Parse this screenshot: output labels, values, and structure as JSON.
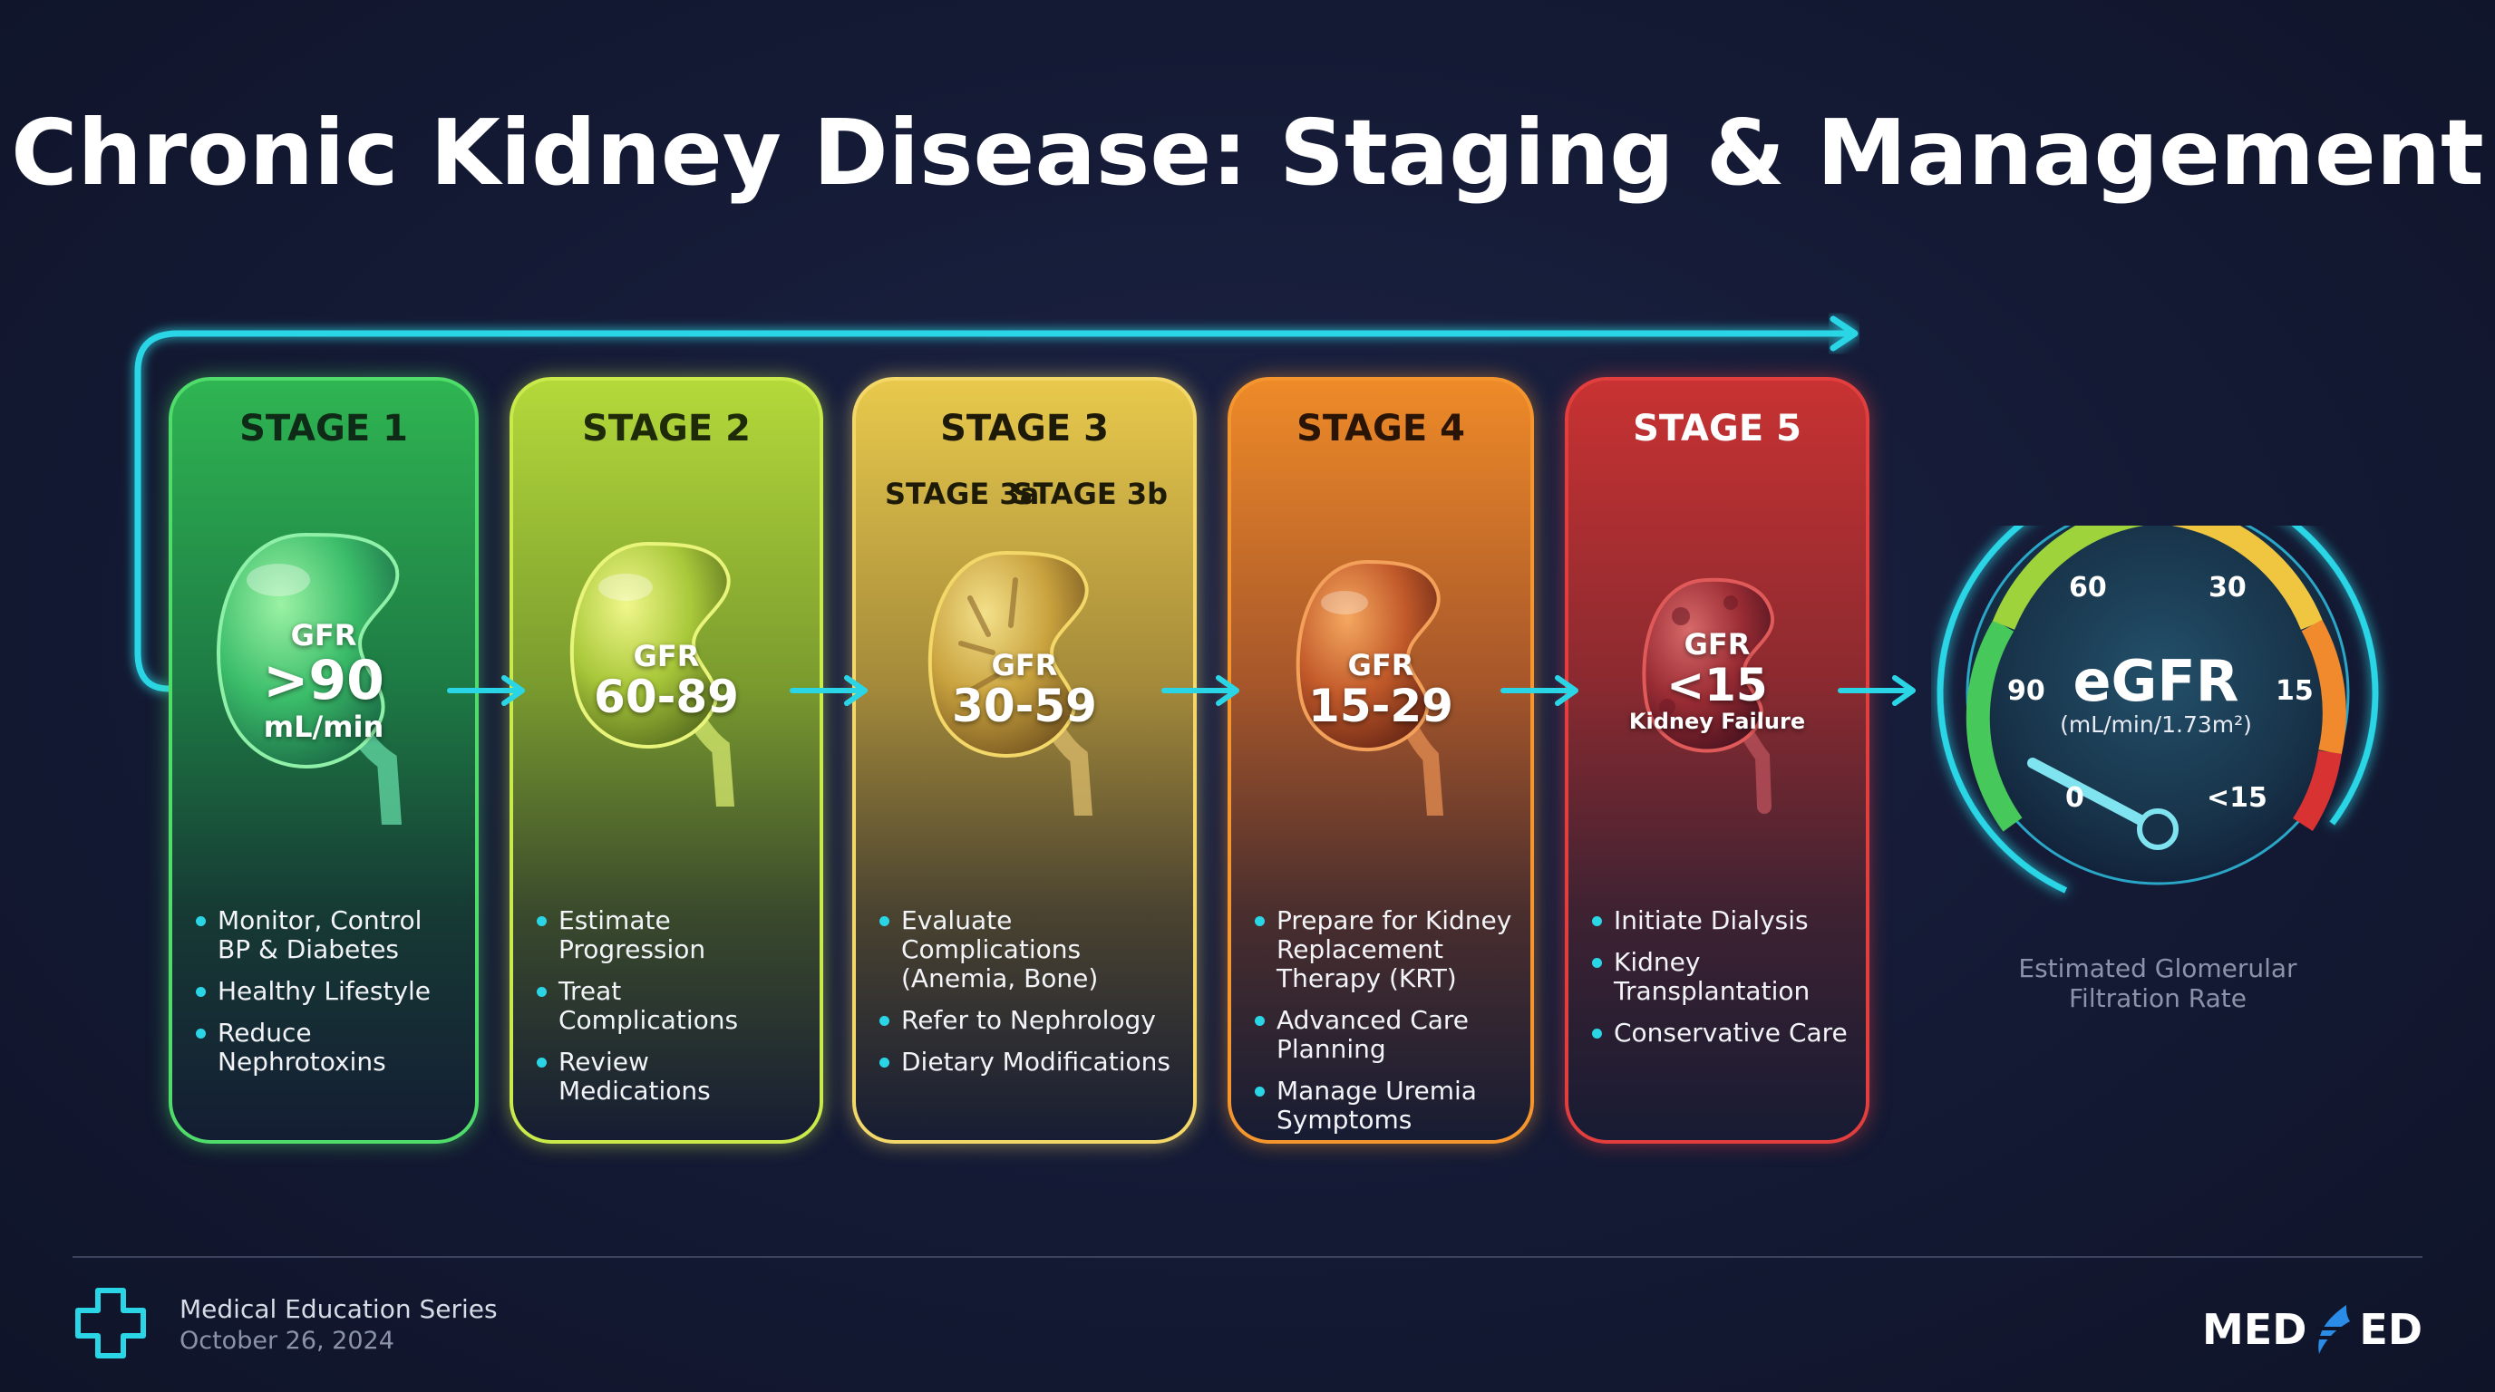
{
  "title": "Chronic Kidney Disease: Staging & Management",
  "stages": [
    {
      "label": "STAGE 1",
      "gfr_label": "GFR",
      "gfr_value": ">90",
      "gfr_unit": "mL/min",
      "actions": [
        "Monitor, Control BP & Diabetes",
        "Healthy Lifestyle",
        "Reduce Nephrotoxins"
      ],
      "color": "#3cc35a"
    },
    {
      "label": "STAGE 2",
      "gfr_label": "GFR",
      "gfr_value": "60-89",
      "actions": [
        "Estimate Progression",
        "Treat Complications",
        "Review Medications"
      ],
      "color": "#a8d63a"
    },
    {
      "label": "STAGE 3",
      "sub_a": "STAGE 3a",
      "sub_b": "STAGE 3b",
      "gfr_label": "GFR",
      "gfr_value": "30-59",
      "actions": [
        "Evaluate Complications (Anemia, Bone)",
        "Refer to Nephrology",
        "Dietary Modifications"
      ],
      "color": "#f0cf55"
    },
    {
      "label": "STAGE 4",
      "gfr_label": "GFR",
      "gfr_value": "15-29",
      "actions": [
        "Prepare for Kidney Replacement Therapy (KRT)",
        "Advanced Care Planning",
        "Manage Uremia Symptoms"
      ],
      "color": "#f08a2c"
    },
    {
      "label": "STAGE 5",
      "gfr_label": "GFR",
      "gfr_value": "<15",
      "gfr_note": "Kidney Failure",
      "actions": [
        "Initiate Dialysis",
        "Kidney Transplantation",
        "Conservative Care"
      ],
      "color": "#d23a3a"
    }
  ],
  "gauge": {
    "title": "eGFR",
    "unit": "(mL/min/1.73m²)",
    "ticks": [
      "90",
      "60",
      "30",
      "15",
      "<15",
      "0"
    ],
    "caption_line1": "Estimated Glomerular",
    "caption_line2": "Filtration Rate"
  },
  "footer": {
    "series": "Medical Education Series",
    "date": "October 26, 2024",
    "logo_left": "MED",
    "logo_right": "ED"
  },
  "colors": {
    "accent": "#2ad6e6",
    "background": "#141a34"
  }
}
